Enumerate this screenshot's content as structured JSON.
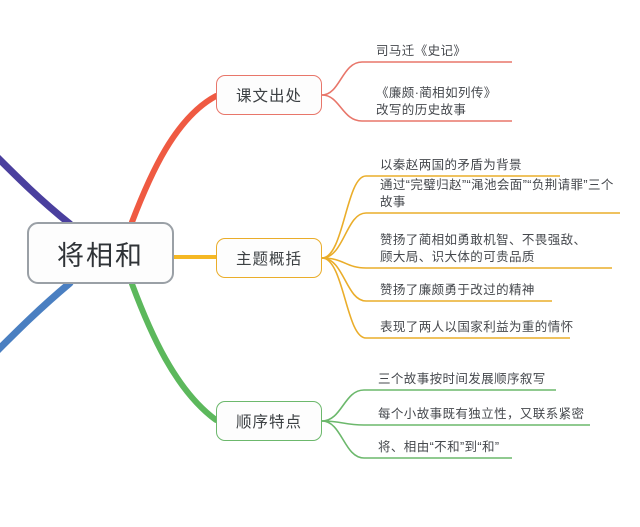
{
  "map": {
    "root": {
      "label": "将相和",
      "border_color": "#9aa0a6"
    },
    "branches": [
      {
        "label": "课文出处",
        "color": "#e8766a",
        "leaves": [
          "司马迁《史记》",
          "《廉颇·蔺相如列传》\n改写的历史故事"
        ]
      },
      {
        "label": "主题概括",
        "color": "#eaad2a",
        "leaves": [
          "以秦赵两国的矛盾为背景",
          "通过“完璧归赵”“渑池会面”“负荆请罪”三个故事",
          "赞扬了蔺相如勇敢机智、不畏强敌、\n顾大局、识大体的可贵品质",
          "赞扬了廉颇勇于改过的精神",
          "表现了两人以国家利益为重的情怀"
        ]
      },
      {
        "label": "顺序特点",
        "color": "#6cb86c",
        "leaves": [
          "三个故事按时间发展顺序叙写",
          "每个小故事既有独立性，又联系紧密",
          "将、相由“不和”到“和”"
        ]
      }
    ],
    "offscreen_branches": [
      {
        "name": "upper-left-branch",
        "color": "#4a3f9e"
      },
      {
        "name": "lower-left-branch",
        "color": "#4a7fc1"
      }
    ]
  }
}
